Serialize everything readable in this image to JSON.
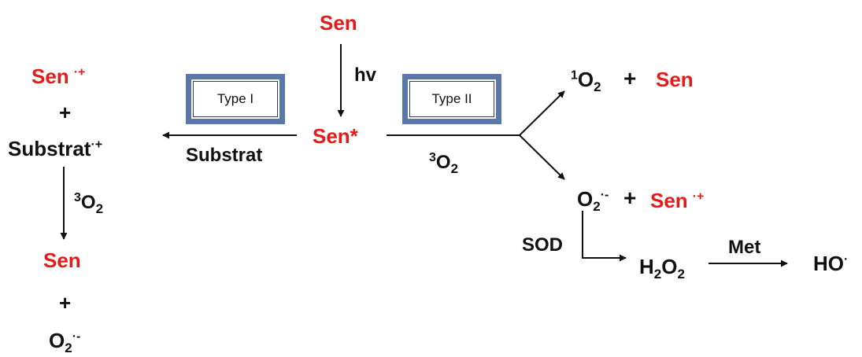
{
  "colors": {
    "sensitizer": "#e31b1b",
    "arrow": "#111111",
    "box_border": "#5a77a8"
  },
  "top": {
    "sen": "Sen",
    "light": "hv",
    "excited": "Sen*"
  },
  "type1": {
    "box_label": "Type I",
    "arrow_label": "Substrat",
    "product_sen_radical": "Sen",
    "product_sen_radical_mark": "·+",
    "plus1": "+",
    "substrate_radical": "Substrat",
    "substrate_radical_mark": "·+",
    "oxygen_label_sup": "3",
    "oxygen_label": "O",
    "oxygen_label_sub": "2",
    "sen": "Sen",
    "plus2": "+",
    "superoxide": "O",
    "superoxide_sub": "2",
    "superoxide_mark": "·-"
  },
  "type2": {
    "box_label": "Type II",
    "oxygen_label_sup": "3",
    "oxygen_label": "O",
    "oxygen_label_sub": "2",
    "singlet_sup": "1",
    "singlet": "O",
    "singlet_sub": "2",
    "plus_a": "+",
    "singlet_sen": "Sen",
    "superoxide": "O",
    "superoxide_sub": "2",
    "superoxide_mark": "·-",
    "plus_b": "+",
    "radical_sen": "Sen",
    "radical_sen_mark": "·+",
    "enzyme": "SOD",
    "peroxide_h": "H",
    "peroxide_h_sub": "2",
    "peroxide_o": "O",
    "peroxide_o_sub": "2",
    "metal": "Met",
    "hydroxyl": "HO",
    "hydroxyl_mark": "·"
  }
}
